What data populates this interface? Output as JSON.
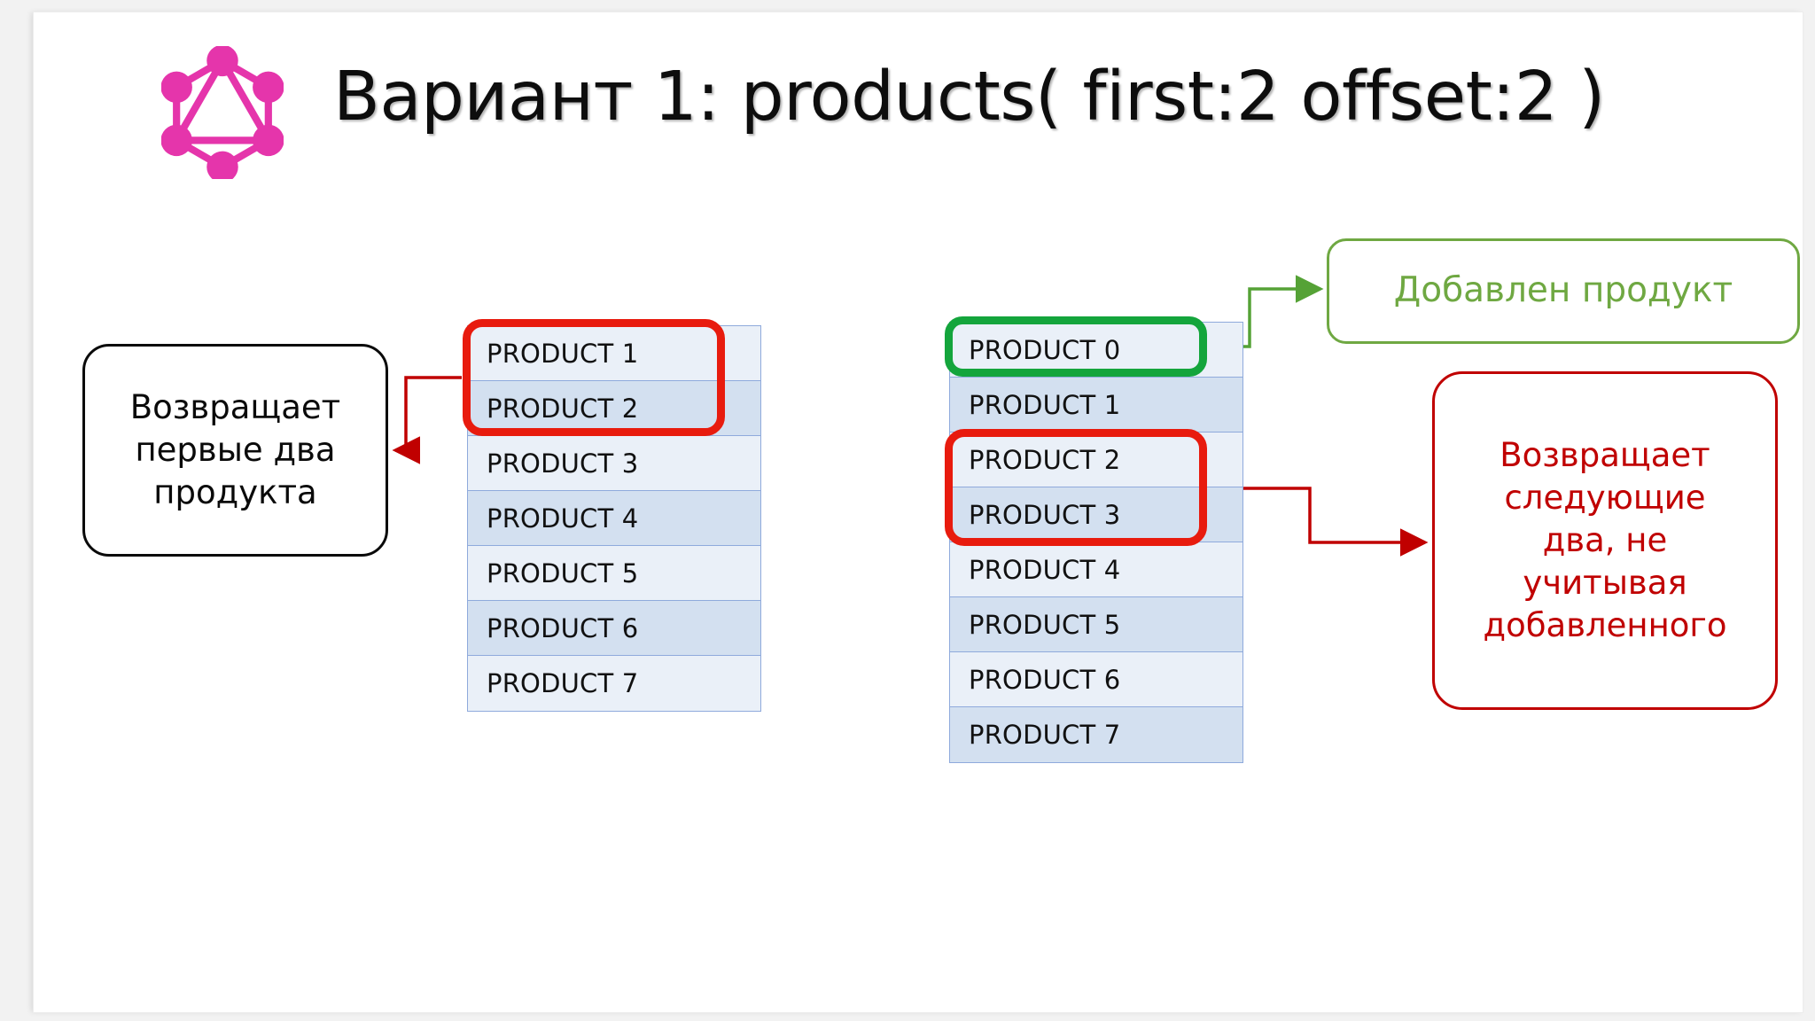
{
  "slide": {
    "title": "Вариант 1: products( first:2 offset:2 )",
    "logo_icon": "graphql-logo-icon",
    "logo_color": "#e535ab"
  },
  "colors": {
    "red_highlight": "#e81b0e",
    "green_highlight": "#14a53c",
    "red_text": "#c00000",
    "green_text": "#6fa842",
    "table_border": "#8faadc",
    "row_light": "#eaf0f8",
    "row_dark": "#d3e0f0",
    "title_text": "#0d0d0d"
  },
  "tables": {
    "left": {
      "name": "products-list-before",
      "rows": [
        "PRODUCT 1",
        "PRODUCT 2",
        "PRODUCT 3",
        "PRODUCT 4",
        "PRODUCT 5",
        "PRODUCT 6",
        "PRODUCT 7"
      ]
    },
    "right": {
      "name": "products-list-after",
      "rows": [
        "PRODUCT 0",
        "PRODUCT 1",
        "PRODUCT 2",
        "PRODUCT 3",
        "PRODUCT 4",
        "PRODUCT 5",
        "PRODUCT 6",
        "PRODUCT 7"
      ]
    }
  },
  "callouts": {
    "left": "Возвращает\nпервые два\nпродукта",
    "added": "Добавлен продукт",
    "next": "Возвращает\nследующие\nдва, не\nучитывая\nдобавленного"
  }
}
